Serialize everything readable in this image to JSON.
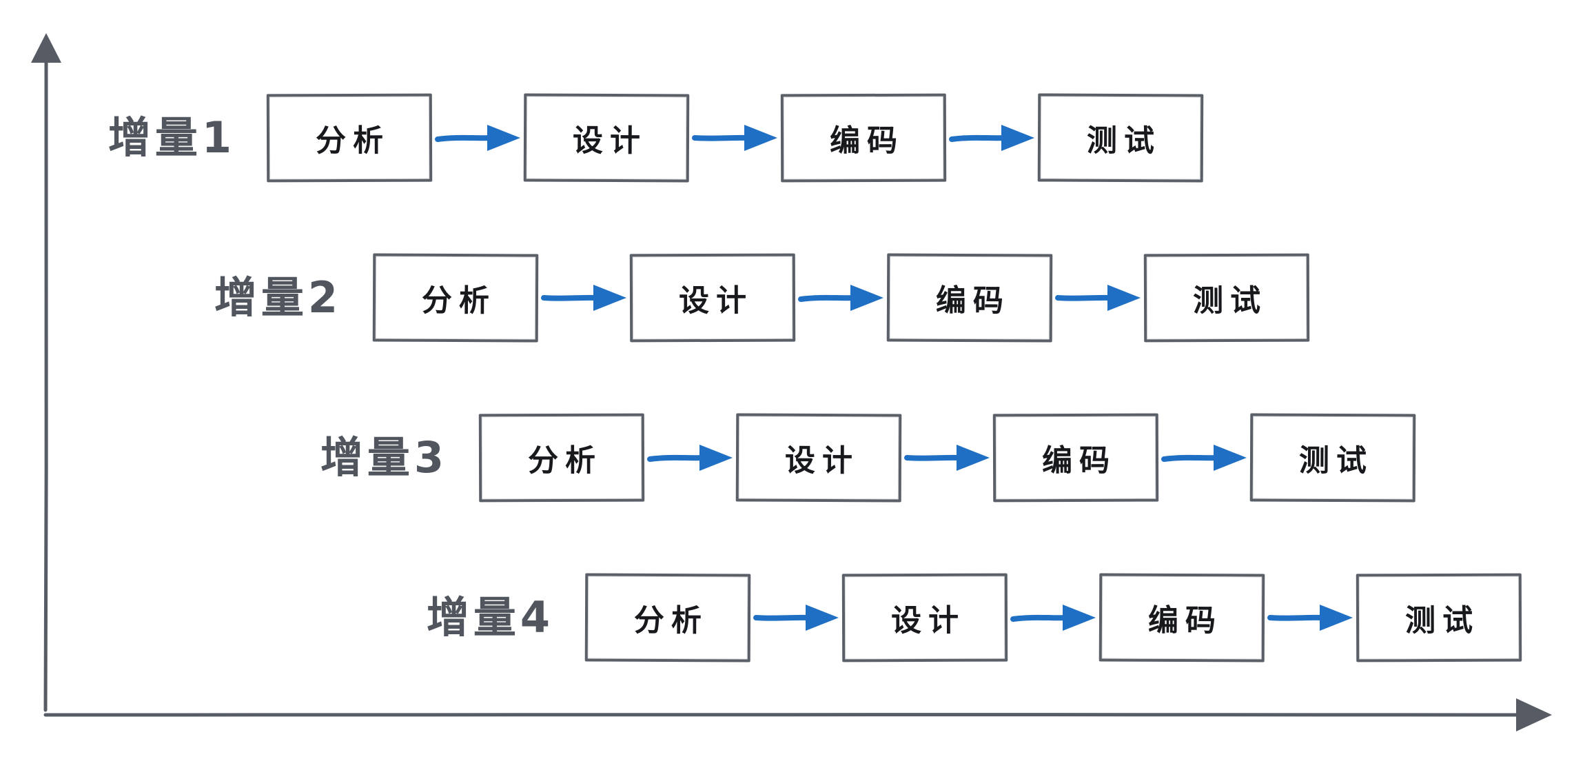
{
  "diagram": {
    "type": "incremental-model-flow",
    "rows": [
      {
        "label": "增量1",
        "stages": [
          "分析",
          "设计",
          "编码",
          "测试"
        ]
      },
      {
        "label": "增量2",
        "stages": [
          "分析",
          "设计",
          "编码",
          "测试"
        ]
      },
      {
        "label": "增量3",
        "stages": [
          "分析",
          "设计",
          "编码",
          "测试"
        ]
      },
      {
        "label": "增量4",
        "stages": [
          "分析",
          "设计",
          "编码",
          "测试"
        ]
      }
    ]
  },
  "colors": {
    "background": "#ffffff",
    "axis_gray": "#565b64",
    "box_border_gray": "#5a5f68",
    "row_label_gray": "#50555e",
    "stage_text_black": "#17191d",
    "arrow_blue": "#1f70c4"
  }
}
